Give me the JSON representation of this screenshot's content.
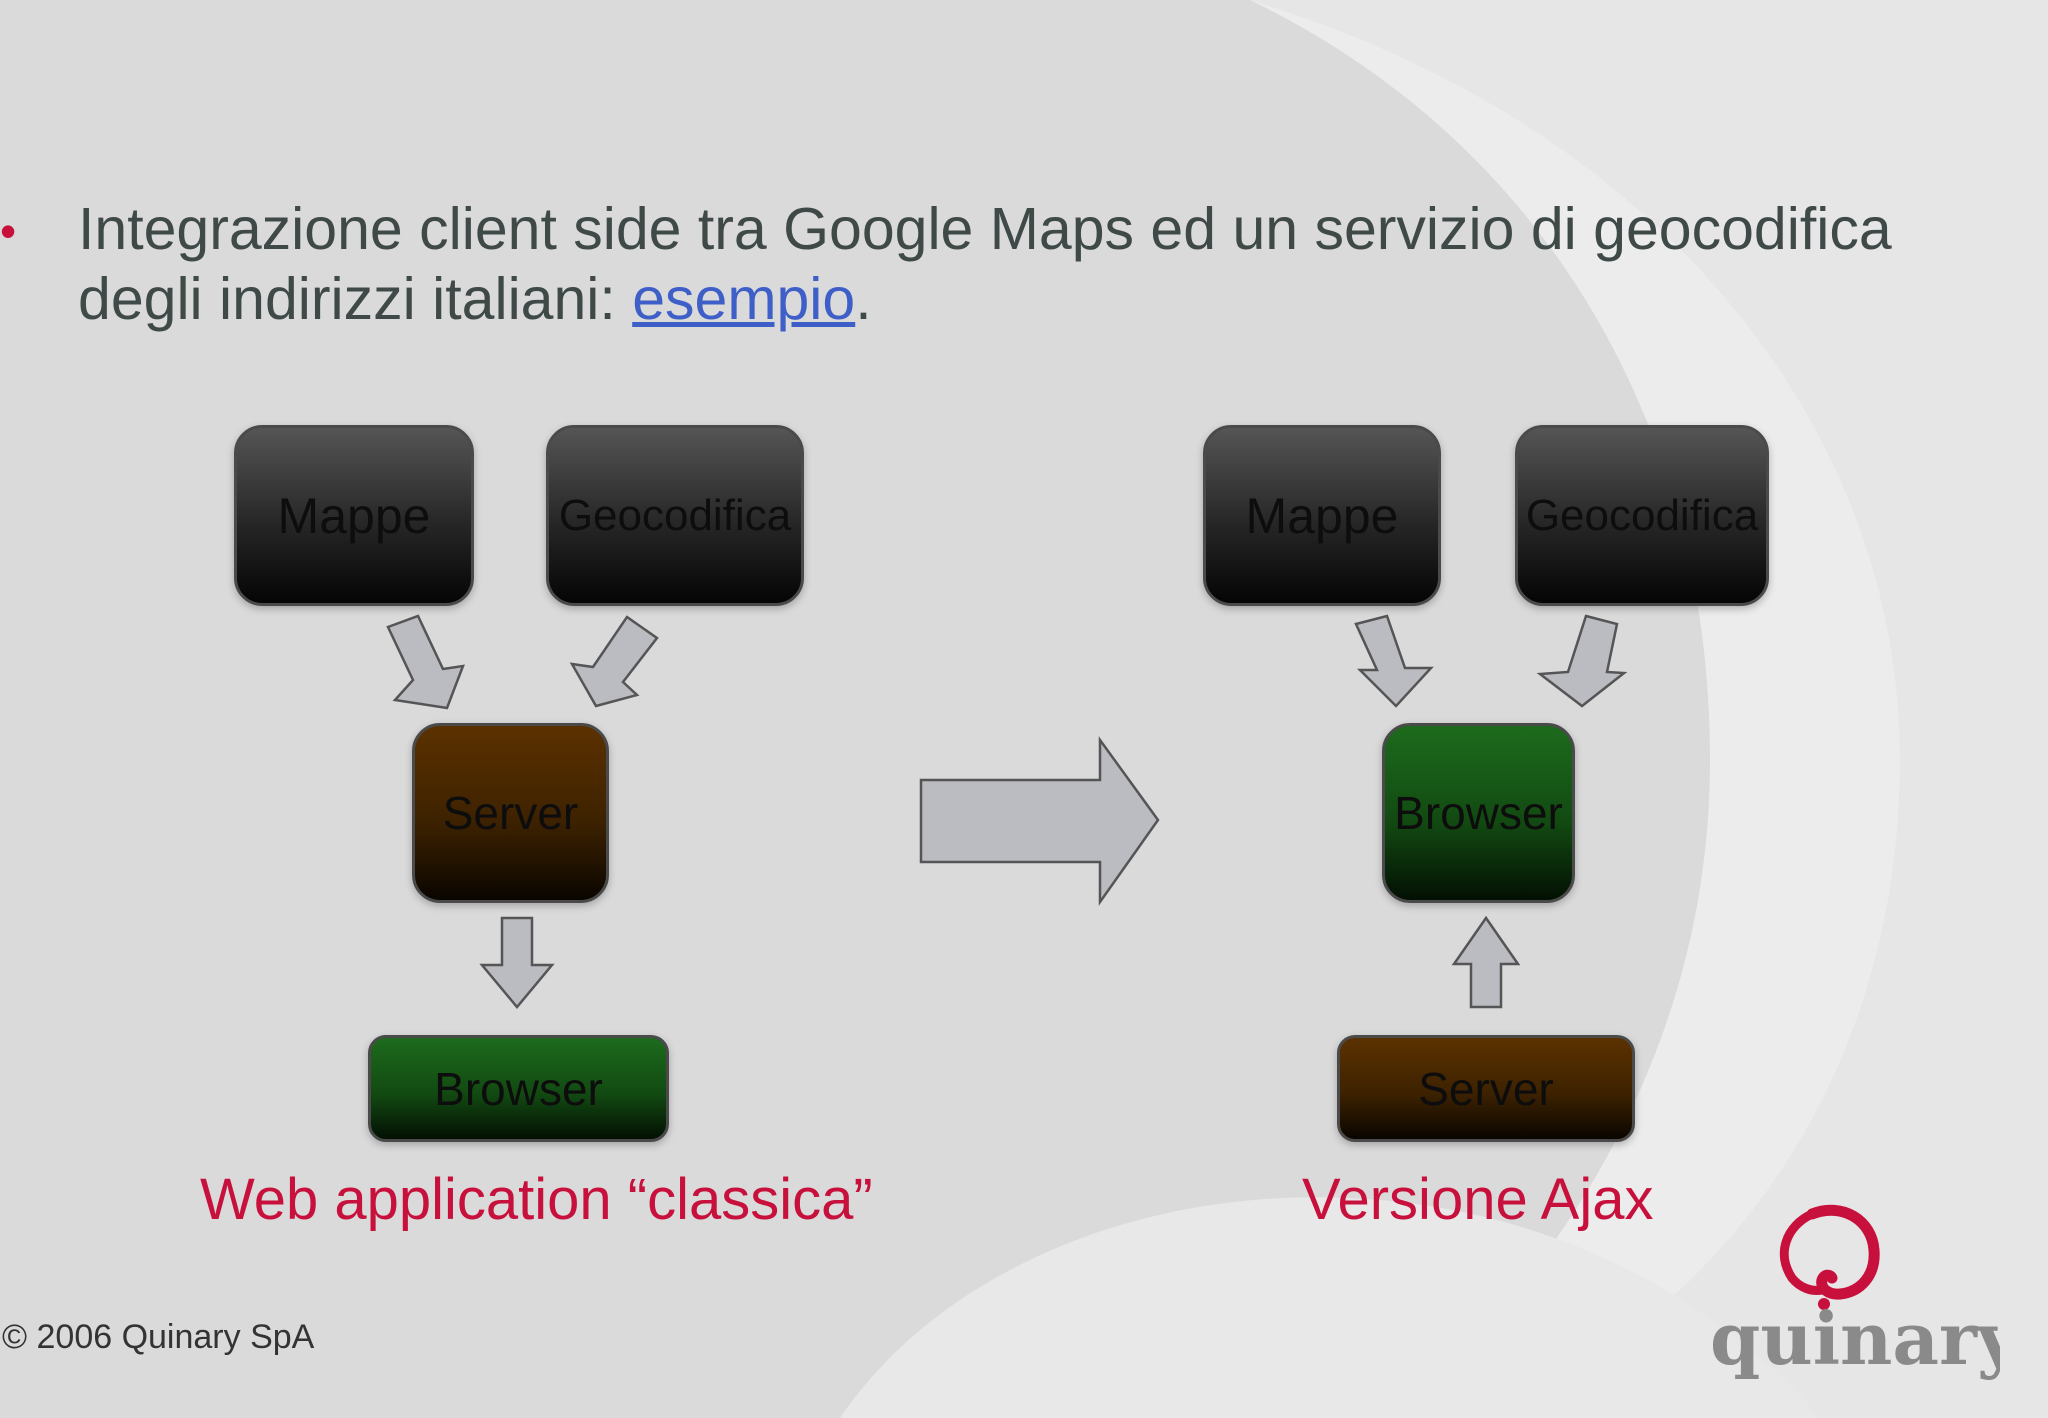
{
  "slide": {
    "bullet_symbol": "•",
    "intro_text": "Integrazione client side tra Google Maps ed un servizio di geocodifica degli indirizzi italiani: ",
    "link_text": "esempio",
    "intro_end": "."
  },
  "classic": {
    "mappe": "Mappe",
    "geocodifica": "Geocodifica",
    "server": "Server",
    "browser": "Browser",
    "caption": "Web application “classica”"
  },
  "ajax": {
    "mappe": "Mappe",
    "geocodifica": "Geocodifica",
    "browser": "Browser",
    "server": "Server",
    "caption": "Versione Ajax"
  },
  "footer": {
    "copyright": "© 2006 Quinary SpA",
    "logo_text": "quinary"
  },
  "colors": {
    "background": "#dcdcdc",
    "bullet": "#c8103c",
    "text": "#3f4a48",
    "link": "#3f5fc8",
    "caption": "#c8103c",
    "arrow_fill": "#bbbcc2",
    "arrow_stroke": "#555555",
    "logo_gray": "#8a8a8a"
  }
}
